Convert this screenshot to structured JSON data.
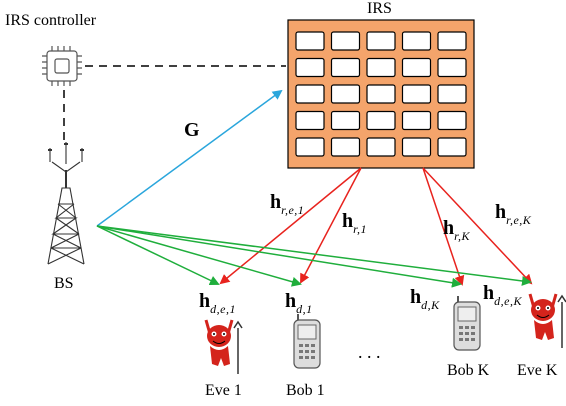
{
  "title": "",
  "nodes": {
    "irs_controller": "IRS controller",
    "irs": "IRS",
    "bs": "BS",
    "eve1": "Eve 1",
    "bob1": "Bob 1",
    "bobK": "Bob K",
    "eveK": "Eve K",
    "ellipsis": ". . ."
  },
  "channels": {
    "G": "G",
    "h_r_e1": {
      "base": "h",
      "sub": "r,e,1"
    },
    "h_r1": {
      "base": "h",
      "sub": "r,1"
    },
    "h_rK": {
      "base": "h",
      "sub": "r,K"
    },
    "h_r_eK": {
      "base": "h",
      "sub": "r,e,K"
    },
    "h_d_e1": {
      "base": "h",
      "sub": "d,e,1"
    },
    "h_d1": {
      "base": "h",
      "sub": "d,1"
    },
    "h_dK": {
      "base": "h",
      "sub": "d,K"
    },
    "h_d_eK": {
      "base": "h",
      "sub": "d,e,K"
    }
  },
  "colors": {
    "irs_fill": "#F4A46B",
    "irs_element": "#ffffff",
    "bs_to_irs": "#2AA6DC",
    "irs_to_users": "#E8231E",
    "bs_to_users": "#1FAE3C",
    "eve": "#D4241C",
    "phone": "#9A9A9A"
  },
  "irs_grid": {
    "rows": 5,
    "cols": 5
  }
}
